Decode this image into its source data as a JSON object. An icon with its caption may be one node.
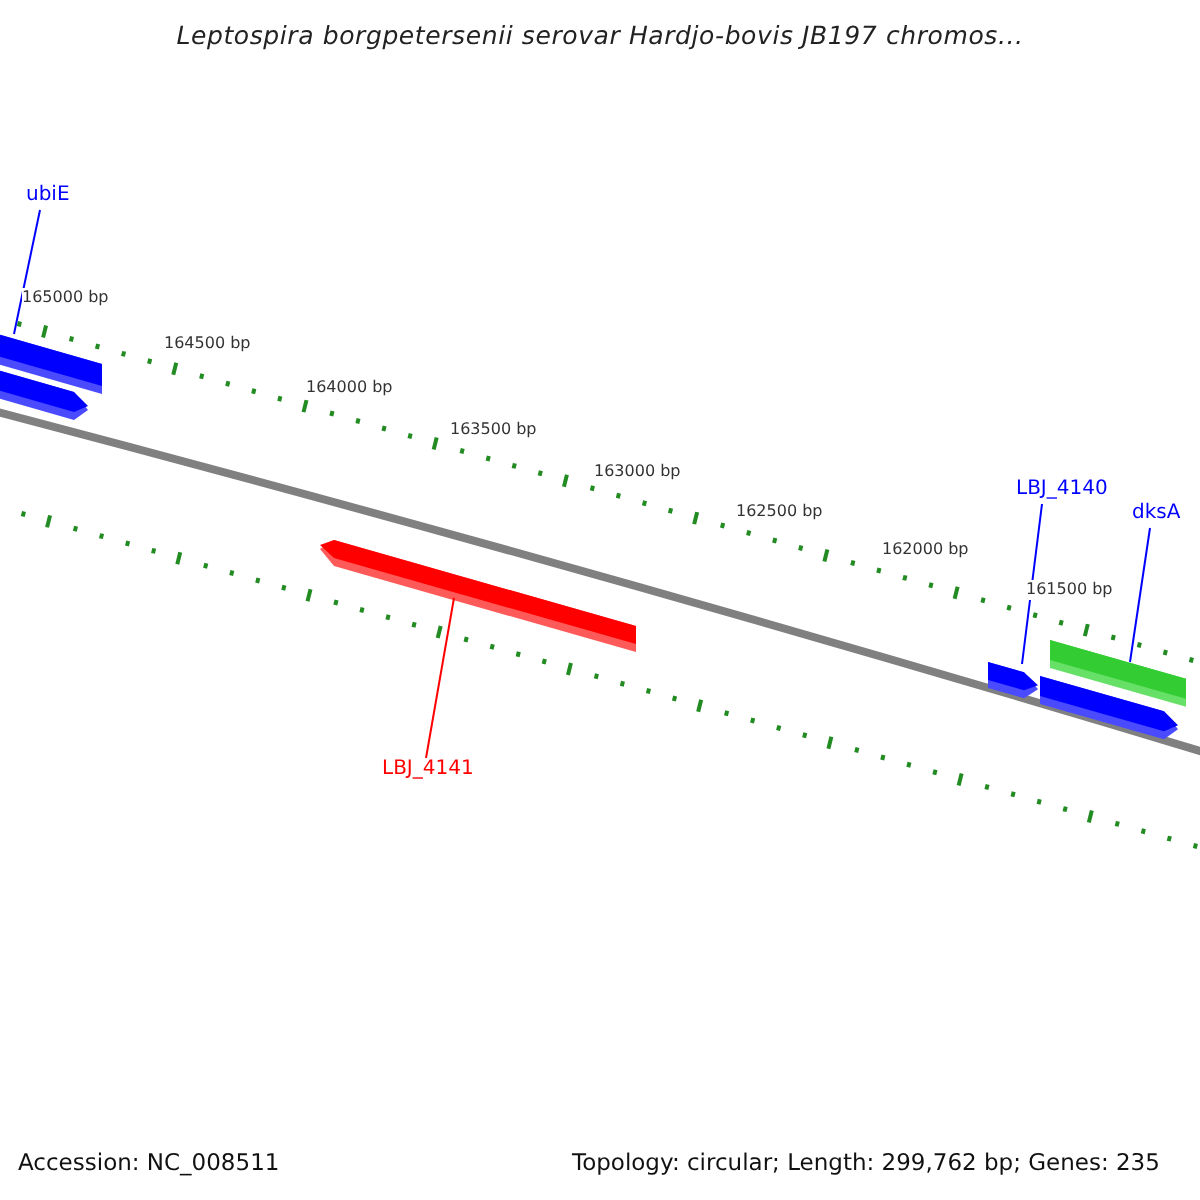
{
  "diagram": {
    "title": "Leptospira borgpetersenii serovar Hardjo-bovis JB197 chromos...",
    "nodes": [
      {
        "text": [
          "ubiE"
        ]
      },
      {
        "text": [],
        "shape": "bar"
      },
      {
        "text": [],
        "shape": "bar"
      },
      {
        "text": [],
        "shape": "bar"
      },
      {
        "text": [
          "LBJ_4141"
        ]
      },
      {
        "text": [
          "LBJ_4140"
        ]
      },
      {
        "text": [
          "dksA"
        ]
      },
      {
        "text": [],
        "shape": "bar"
      },
      {
        "text": [],
        "shape": "bar"
      },
      {
        "text": [],
        "shape": "bar"
      }
    ],
    "edges": [
      {
        "from": 0,
        "to": 1,
        "arrow": "none"
      },
      {
        "from": 4,
        "to": 3,
        "arrow": "none",
        "color": "#ff0000"
      },
      {
        "from": 5,
        "to": 7,
        "arrow": "none"
      },
      {
        "from": 6,
        "to": 8,
        "arrow": "none"
      }
    ],
    "labels": [
      "165000 bp",
      "164500 bp",
      "164000 bp",
      "163500 bp",
      "163000 bp",
      "162500 bp",
      "162000 bp",
      "161500 bp",
      "Accession: NC_008511",
      "Topology: circular; Length: 299,762 bp; Genes: 235"
    ]
  }
}
